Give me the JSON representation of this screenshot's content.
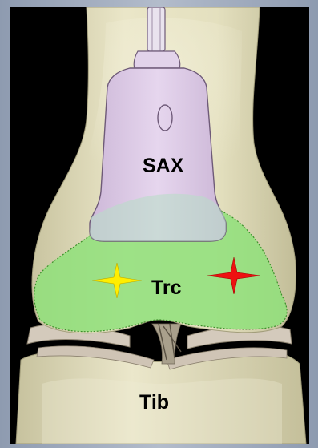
{
  "labels": {
    "probe": "SAX",
    "trochlea": "Trc",
    "tibia": "Tib"
  },
  "colors": {
    "background": "#000000",
    "bone": "#e6e2c2",
    "bone_shadow": "#b9b48e",
    "cartilage": "#8fe07a",
    "cartilage_edge": "#3c8f2a",
    "probe": "#ddc9e6",
    "probe_edge": "#6e5a78",
    "meniscus": "#cfc4b6",
    "marker_left": "#ffee00",
    "marker_right": "#ee1111"
  },
  "icons": {
    "left_marker": "four-point-star-icon",
    "right_marker": "four-point-star-icon"
  }
}
